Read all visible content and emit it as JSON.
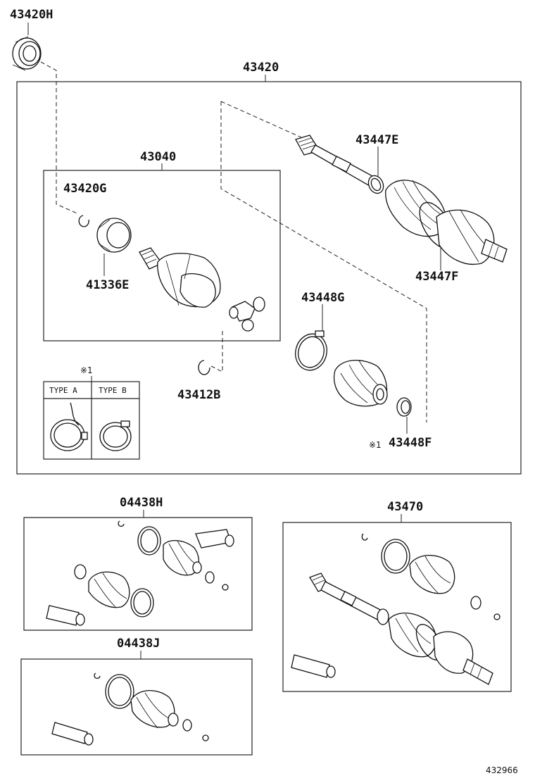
{
  "labels": {
    "p43420H": "43420H",
    "p43420": "43420",
    "p43040": "43040",
    "p43447E": "43447E",
    "p43420G": "43420G",
    "p41336E": "41336E",
    "p43447F": "43447F",
    "p43448G": "43448G",
    "p43412B": "43412B",
    "p43448F": "43448F",
    "note_mark_top": "※1",
    "note_mark_bottom": "※1",
    "type_a": "TYPE A",
    "type_b": "TYPE B",
    "p04438H": "04438H",
    "p04438J": "04438J",
    "p43470": "43470"
  },
  "figure_number": "432966"
}
